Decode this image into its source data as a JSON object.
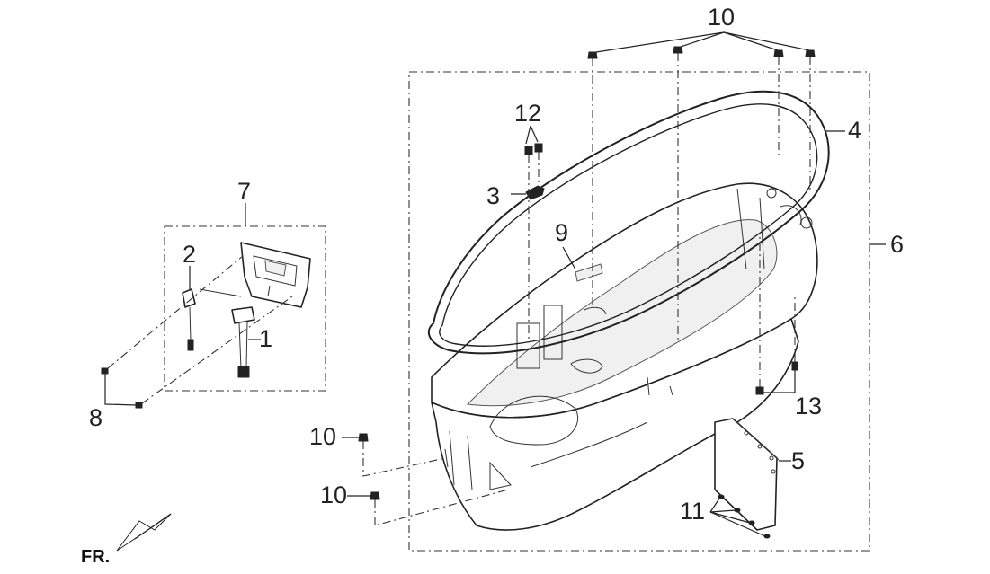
{
  "labels": {
    "l1": "1",
    "l2": "2",
    "l3": "3",
    "l4": "4",
    "l5": "5",
    "l6": "6",
    "l7": "7",
    "l8": "8",
    "l9": "9",
    "l10_top": "10",
    "l10_mid": "10",
    "l10_bot": "10",
    "l11": "11",
    "l12": "12",
    "l13": "13"
  },
  "direction_marker": "FR."
}
